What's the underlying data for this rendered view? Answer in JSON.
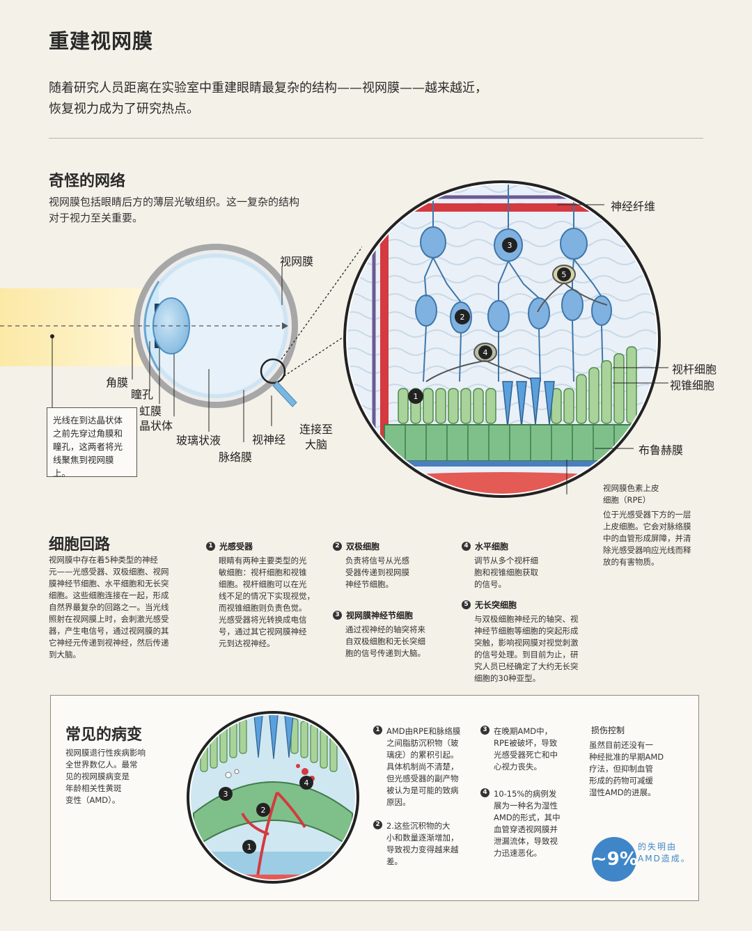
{
  "title": "重建视网膜",
  "intro": "随着研究人员距离在实验室中重建眼睛最复杂的结构——视网膜——越来越近，\n恢复视力成为了研究热点。",
  "network": {
    "title": "奇怪的网络",
    "text": "视网膜包括眼睛后方的薄层光敏组织。这一复杂的结构\n对于视力至关重要。"
  },
  "eye_labels": {
    "retina": "视网膜",
    "cornea": "角膜",
    "pupil": "瞳孔",
    "iris": "虹膜",
    "lens": "晶状体",
    "vitreous": "玻璃状液",
    "choroid": "脉络膜",
    "optic_nerve": "视神经",
    "to_brain": "连接至\n大脑"
  },
  "light_note": "光线在到达晶状体\n之前先穿过角膜和\n瞳孔，这两者将光\n线聚焦到视网膜上。",
  "retina_labels": {
    "nerve_fiber": "神经纤维",
    "rod": "视杆细胞",
    "cone": "视锥细胞",
    "bruch": "布鲁赫膜",
    "rpe_title": "视网膜色素上皮\n细胞（RPE）",
    "rpe_text": "位于光感受器下方的一层\n上皮细胞。它会对脉络膜\n中的血管形成屏障，并清\n除光感受器响应光线而释\n放的有害物质。"
  },
  "circuit": {
    "title": "细胞回路",
    "text": "视网膜中存在着5种类型的神经\n元——光感受器、双极细胞、视网\n膜神经节细胞、水平细胞和无长突\n细胞。这些细胞连接在一起，形成\n自然界最复杂的回路之一。当光线\n照射在视网膜上时，会刺激光感受\n器，产生电信号，通过视网膜的其\n它神经元传递到视神经，然后传递\n到大脑。",
    "items": [
      {
        "num": "1",
        "title": "光感受器",
        "text": "眼睛有两种主要类型的光\n敏细胞：视杆细胞和视锥\n细胞。视杆细胞可以在光\n线不足的情况下实现视觉，\n而视锥细胞则负责色觉。\n光感受器将光转换成电信\n号，通过其它视网膜神经\n元到达视神经。"
      },
      {
        "num": "2",
        "title": "双极细胞",
        "text": "负责将信号从光感\n受器传递到视网膜\n神经节细胞。"
      },
      {
        "num": "3",
        "title": "视网膜神经节细胞",
        "text": "通过视神经的轴突将来\n自双极细胞和无长突细\n胞的信号传递到大脑。"
      },
      {
        "num": "4",
        "title": "水平细胞",
        "text": "调节从多个视杆细\n胞和视锥细胞获取\n的信号。"
      },
      {
        "num": "5",
        "title": "无长突细胞",
        "text": "与双极细胞神经元的轴突、视\n神经节细胞等细胞的突起形成\n突触，影响视网膜对视觉刺激\n的信号处理。到目前为止，研\n究人员已经确定了大约无长突\n细胞的30种亚型。"
      }
    ]
  },
  "disease": {
    "title": "常见的病变",
    "text": "视网膜退行性疾病影响\n全世界数亿人。最常\n见的视网膜病变是\n年龄相关性黄斑\n变性（AMD）。",
    "items": [
      {
        "num": "1",
        "text": "AMD由RPE和脉络膜\n之间脂肪沉积物（玻\n璃疣）的累积引起。\n具体机制尚不清楚，\n但光感受器的副产物\n被认为是可能的致病\n原因。"
      },
      {
        "num": "2",
        "text": "2.这些沉积物的大\n小和数量逐渐增加，\n导致视力变得越来越\n差。"
      },
      {
        "num": "3",
        "text": "在晚期AMD中，\nRPE被破坏，导致\n光感受器死亡和中\n心视力丧失。"
      },
      {
        "num": "4",
        "text": "10-15%的病例发\n展为一种名为湿性\nAMD的形式，其中\n血管穿透视网膜并\n泄漏流体，导致视\n力迅速恶化。"
      }
    ],
    "damage_title": "损伤控制",
    "damage_text": "虽然目前还没有一\n种经批准的早期AMD\n疗法，但抑制血管\n形成的药物可减缓\n湿性AMD的进展。",
    "stat_value": "~9%",
    "stat_text": "的失明由\nAMD造成。"
  },
  "colors": {
    "blue_cell": "#7fb2e0",
    "green_cell": "#a9d39a",
    "rpe_green": "#7fc08a",
    "vessel_red": "#d8333a",
    "accent_blue": "#3f86c8"
  }
}
